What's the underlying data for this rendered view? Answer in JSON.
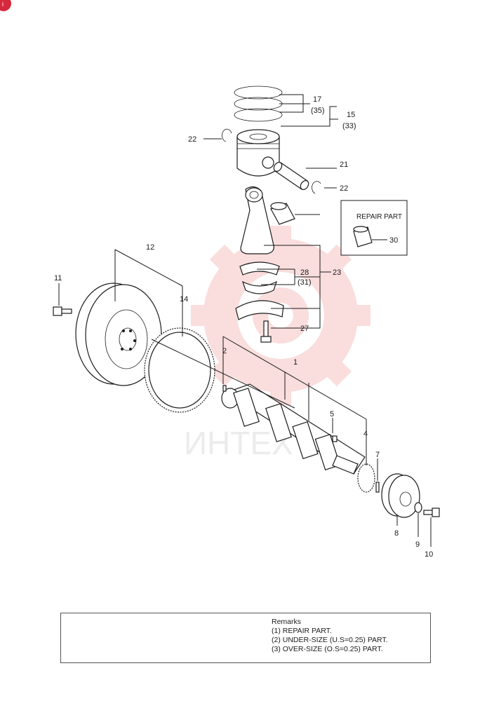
{
  "corner_mark": {
    "text": "i",
    "color": "#d6283b"
  },
  "watermark": {
    "text": "ИНТЕХ",
    "color": "#f3b6b6"
  },
  "repair_inset": {
    "title": "REPAIR PART"
  },
  "callouts": {
    "c1": "1",
    "c2": "2",
    "c4": "4",
    "c5": "5",
    "c7": "7",
    "c8": "8",
    "c9": "9",
    "c10": "10",
    "c11": "11",
    "c12": "12",
    "c14": "14",
    "c15": "15",
    "c15b": "(33)",
    "c17": "17",
    "c17b": "(35)",
    "c21": "21",
    "c22a": "22",
    "c22b": "22",
    "c23": "23",
    "c27": "27",
    "c28": "28",
    "c28b": "(31)",
    "c30": "30"
  },
  "remarks": {
    "title": "Remarks",
    "items": [
      "(1) REPAIR PART.",
      "(2) UNDER-SIZE (U.S=0.25) PART.",
      "(3) OVER-SIZE (O.S=0.25) PART."
    ]
  }
}
